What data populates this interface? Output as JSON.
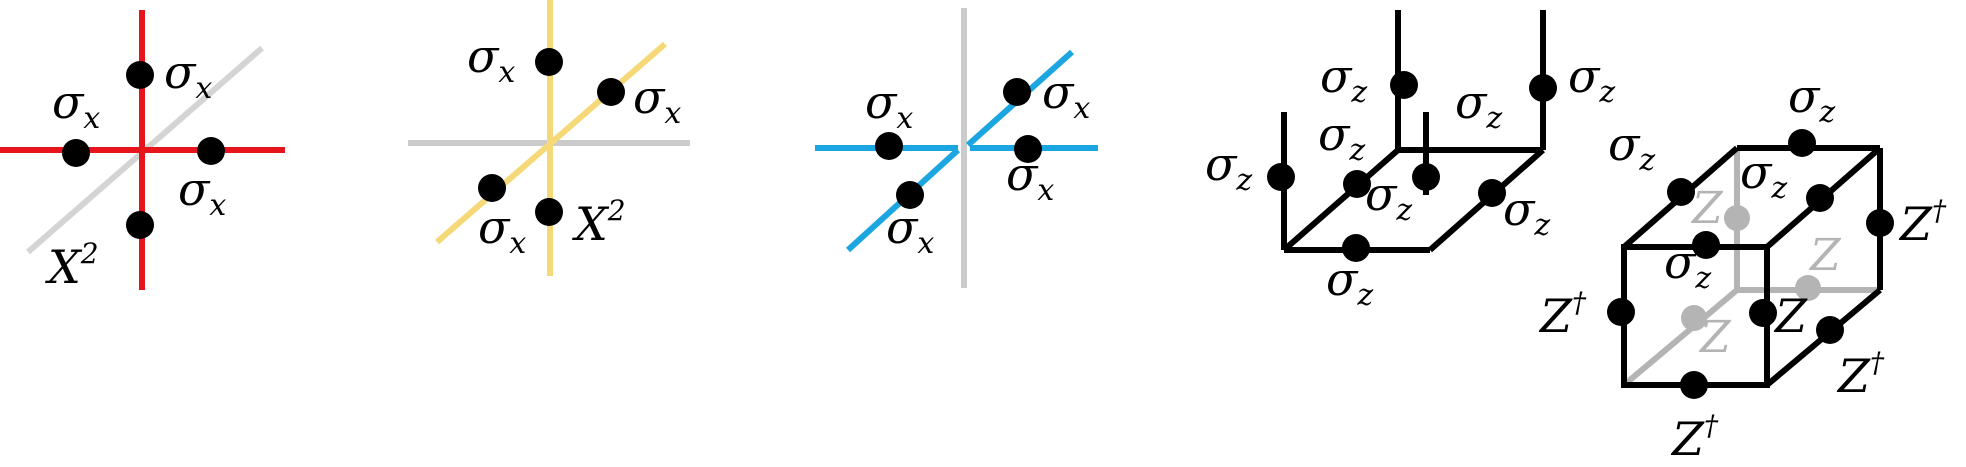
{
  "colors": {
    "red": "#e8141b",
    "yellow": "#f5d978",
    "blue": "#1ba6e1",
    "grey": "#cbcbcb",
    "light_grey": "#b4b4b4",
    "black": "#000000"
  },
  "panel1": {
    "sigma": "σ",
    "x": "x",
    "x_squared": "X",
    "exp": "2"
  },
  "panel2": {
    "sigma": "σ",
    "x": "x",
    "x_squared": "X",
    "exp": "2"
  },
  "panel3": {
    "sigma": "σ",
    "x": "x"
  },
  "panel4": {
    "sigma": "σ",
    "z": "z"
  },
  "panel5": {
    "sigma": "σ",
    "z": "z",
    "Z": "Z",
    "dagger": "†"
  }
}
